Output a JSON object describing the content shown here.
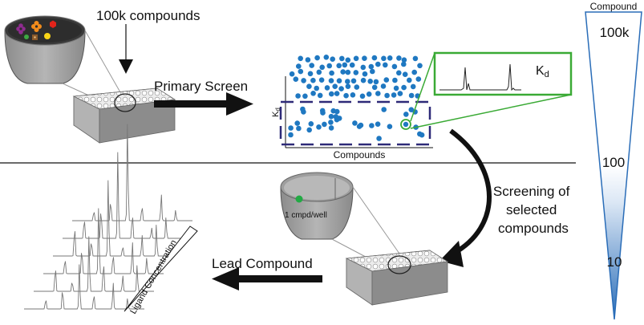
{
  "top_section": {
    "library_label": "100k compounds",
    "primary_screen_label": "Primary Screen",
    "plot_y_label": "Kd",
    "plot_x_label": "Compounds",
    "inset_label": "K",
    "inset_label_sub": "d"
  },
  "bottom_section": {
    "well_label": "1 cmpd/well",
    "secondary_screen_label": [
      "Screening of",
      "selected",
      "compounds"
    ],
    "lead_label": "Lead Compound",
    "ligand_axis_label": "Ligand Concentration"
  },
  "funnel": {
    "title": "Compound",
    "levels": [
      "100k",
      "100",
      "10"
    ],
    "gradient_color": "#2a6db8"
  },
  "colors": {
    "dot": "#1f78c1",
    "selection_box": "#2e2a78",
    "inset_frame": "#3aaa35",
    "hit_dot": "#22aa44"
  },
  "compound_icons": [
    "red-hexagon",
    "purple-flower",
    "orange-flower",
    "yellow-circle",
    "green-circle",
    "brown-square"
  ]
}
